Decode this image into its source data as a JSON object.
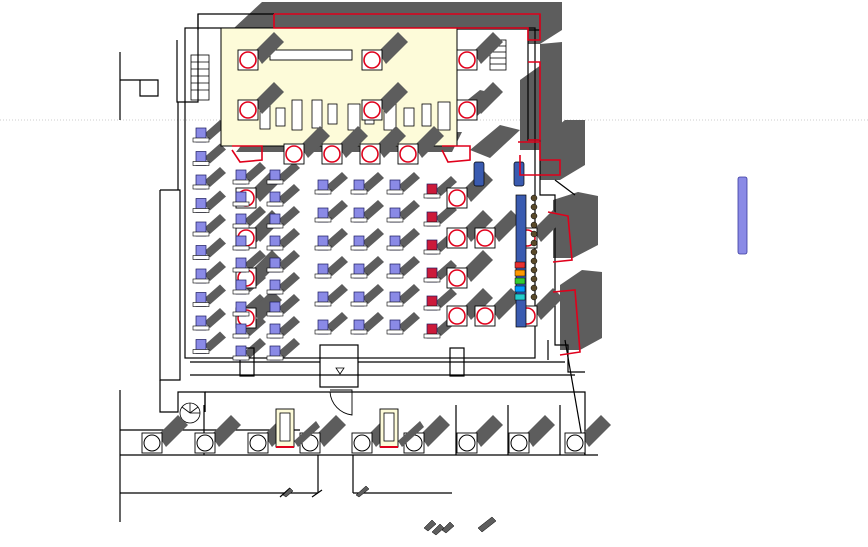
{
  "view": {
    "title": "",
    "colors": {
      "background": "#ffffff",
      "wall": "#000000",
      "stage_fill": "#fdfbd9",
      "shadow": "#5d5d5d",
      "selection": "#e0001b",
      "seat": "#8a8ae6",
      "seat_red": "#cc1a3a",
      "seat_dark": "#3a5bb0",
      "guide": "#9c9c9c"
    },
    "icons": {
      "pillar": "pillar-icon",
      "seat": "seat-icon",
      "door": "door-icon",
      "stair": "stair-icon",
      "marker": "triangle-marker-icon"
    },
    "layers": [
      "walls",
      "stage",
      "shadows",
      "pillars",
      "seats",
      "selection-outlines"
    ]
  }
}
